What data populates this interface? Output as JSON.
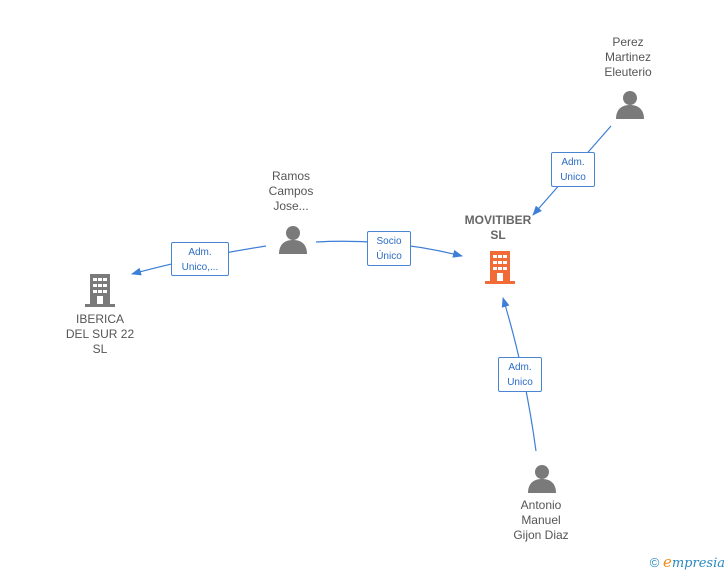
{
  "nodes": {
    "movitiber": {
      "label": "MOVITIBER\nSL",
      "type": "company",
      "main": true
    },
    "perez": {
      "label": "Perez\nMartinez\nEleuterio",
      "type": "person"
    },
    "ramos": {
      "label": "Ramos\nCampos\nJose...",
      "type": "person"
    },
    "iberica": {
      "label": "IBERICA\nDEL SUR 22\nSL",
      "type": "company"
    },
    "antonio": {
      "label": "Antonio\nManuel\nGijon Diaz",
      "type": "person"
    }
  },
  "edges": {
    "perez_movitiber": {
      "label": "Adm.\nUnico"
    },
    "ramos_movitiber": {
      "label": "Socio\nÚnico"
    },
    "ramos_iberica": {
      "label": "Adm.\nUnico,..."
    },
    "antonio_movitiber": {
      "label": "Adm.\nUnico"
    }
  },
  "footer": {
    "copyright": "©",
    "brand": "mpresia",
    "brand_initial": "e"
  },
  "colors": {
    "edge": "#3d7fd6",
    "person_icon": "#7a7a7a",
    "company_icon": "#7a7a7a",
    "main_company_icon": "#f26a35"
  }
}
